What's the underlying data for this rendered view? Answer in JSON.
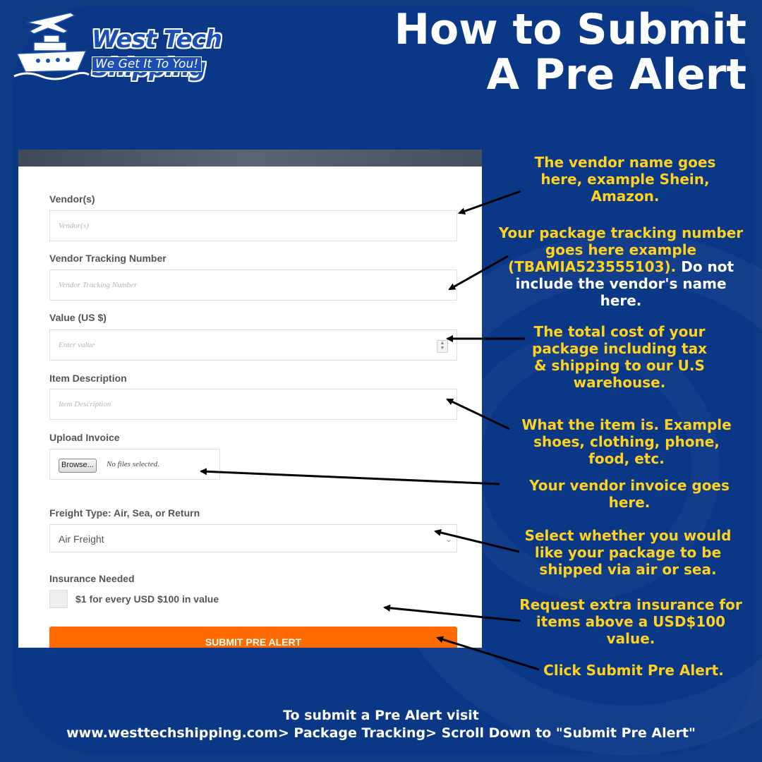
{
  "brand": {
    "name": "West Tech Shipping",
    "tagline": "We Get It To You!"
  },
  "title": {
    "line1": "How to Submit",
    "line2": "A Pre Alert"
  },
  "form": {
    "vendor": {
      "label": "Vendor(s)",
      "placeholder": "Vendor(s)"
    },
    "tracking": {
      "label": "Vendor Tracking Number",
      "placeholder": "Vendor Tracking Number"
    },
    "value": {
      "label": "Value (US $)",
      "placeholder": "Enter value"
    },
    "description": {
      "label": "Item Description",
      "placeholder": "Item Description"
    },
    "invoice": {
      "label": "Upload Invoice",
      "browse": "Browse...",
      "file_status": "No files selected."
    },
    "freight": {
      "label": "Freight Type: Air, Sea, or Return",
      "selected": "Air Freight"
    },
    "insurance": {
      "label": "Insurance Needed",
      "checkbox_text": "$1 for every USD $100 in value"
    },
    "submit_label": "SUBMIT PRE ALERT"
  },
  "notes": {
    "vendor": "The vendor name goes here, example Shein, Amazon.",
    "tracking_yellow": "Your package tracking number goes here example (TBAMIA523555103).",
    "tracking_white": "Do not include the vendor's name here.",
    "value": "The total cost of your package including tax & shipping to our U.S warehouse.",
    "description": "What the item is. Example shoes, clothing, phone, food, etc.",
    "invoice": "Your vendor invoice goes here.",
    "freight": "Select whether you would like your package to be shipped via air or sea.",
    "insurance": "Request extra insurance for items above a USD$100 value.",
    "submit": "Click Submit Pre Alert."
  },
  "footer": {
    "line1": "To submit a Pre Alert visit",
    "line2": "www.westtechshipping.com> Package Tracking> Scroll Down to \"Submit Pre Alert\""
  },
  "colors": {
    "background": "#0f3b84",
    "note_yellow": "#ffd21f",
    "submit_orange": "#ff6b00"
  }
}
